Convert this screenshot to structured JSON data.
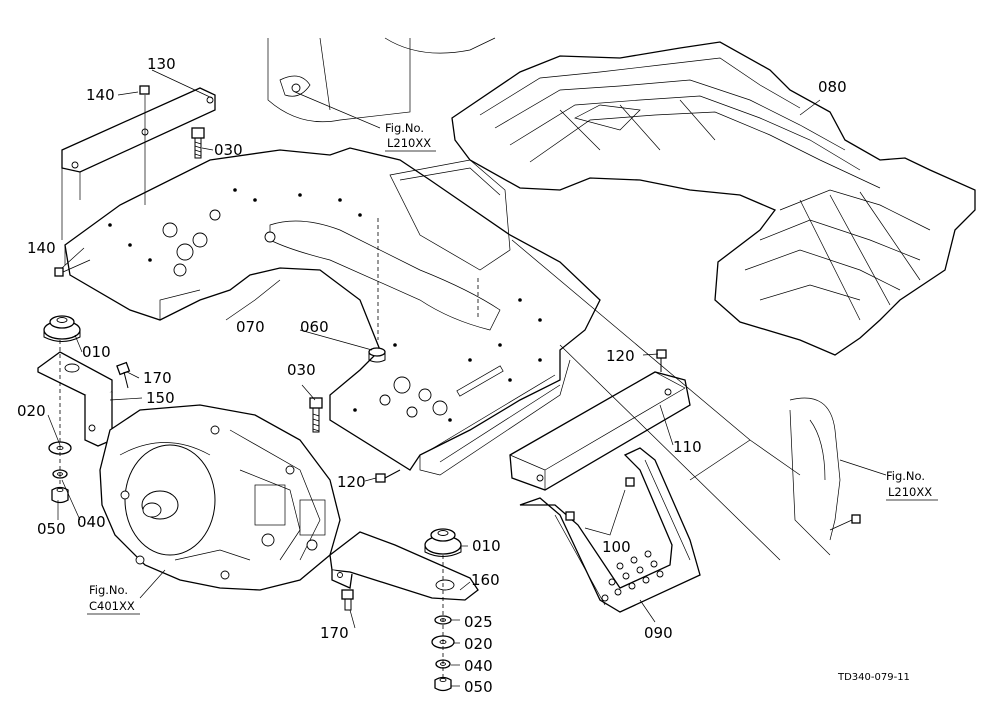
{
  "drawing_code": "TD340-079-11",
  "parts": {
    "p010a": "010",
    "p010b": "010",
    "p020a": "020",
    "p020b": "020",
    "p025": "025",
    "p030a": "030",
    "p030b": "030",
    "p040a": "040",
    "p040b": "040",
    "p050a": "050",
    "p050b": "050",
    "p060": "060",
    "p070": "070",
    "p080": "080",
    "p090": "090",
    "p100": "100",
    "p110": "110",
    "p120a": "120",
    "p120b": "120",
    "p130": "130",
    "p140a": "140",
    "p140b": "140",
    "p150": "150",
    "p160": "160",
    "p170a": "170",
    "p170b": "170"
  },
  "refs": {
    "top": {
      "line1": "Fig.No.",
      "line2": "L210XX"
    },
    "right": {
      "line1": "Fig.No.",
      "line2": "L210XX"
    },
    "left": {
      "line1": "Fig.No.",
      "line2": "C401XX"
    }
  }
}
